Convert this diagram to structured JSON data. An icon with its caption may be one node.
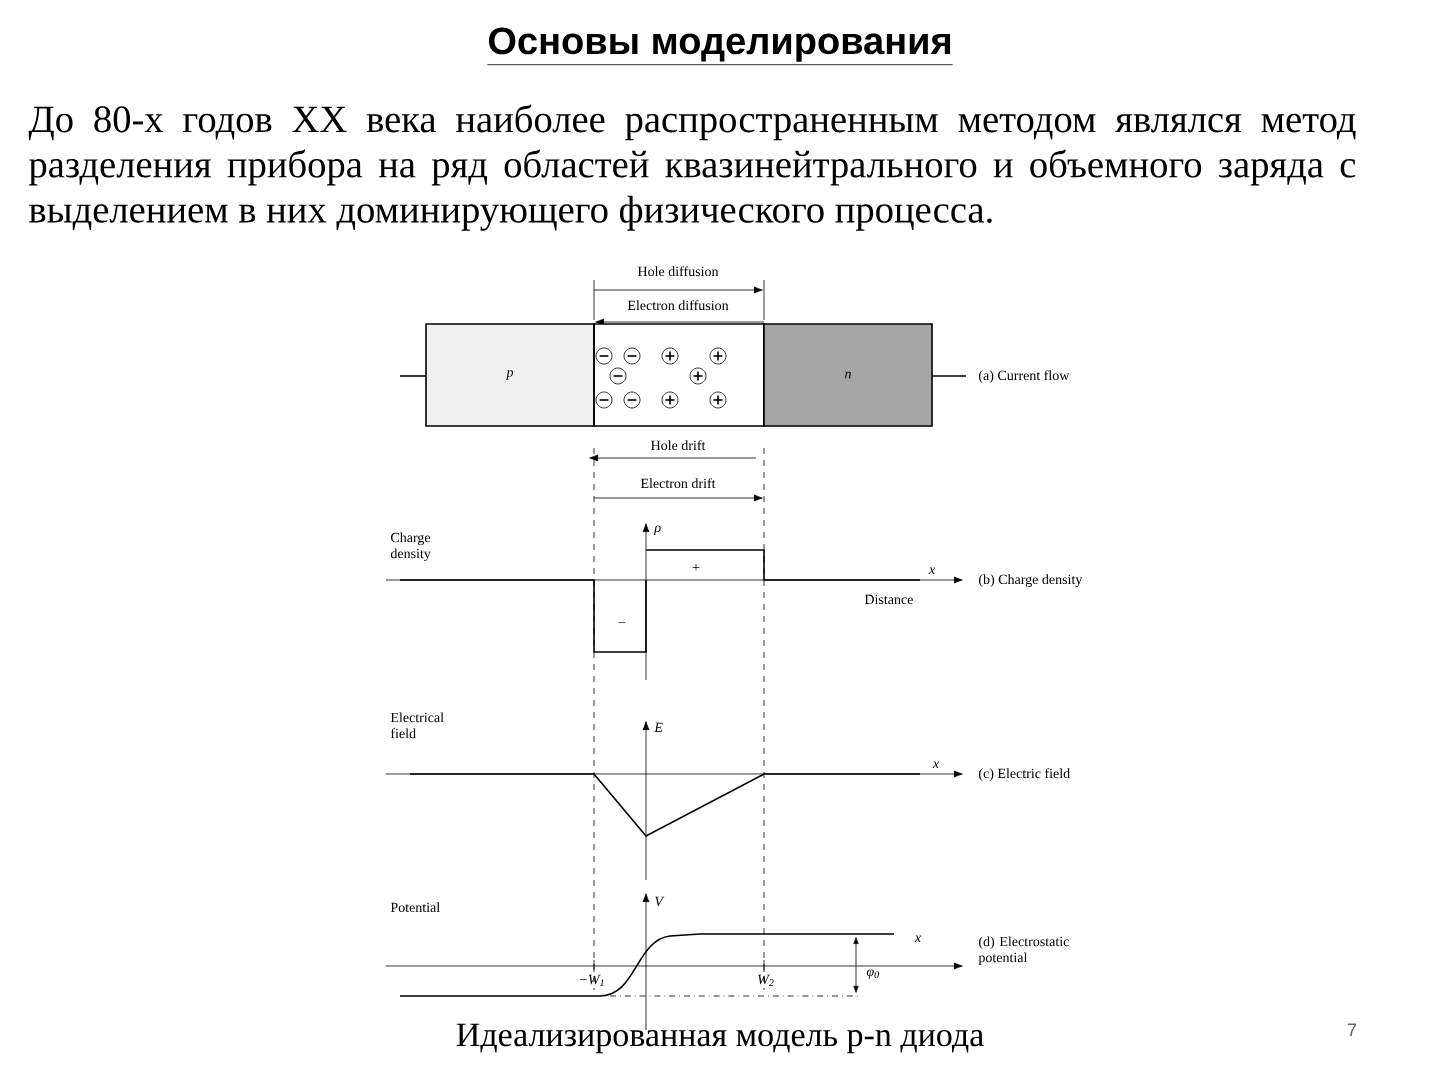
{
  "diagram": {
    "title": "Основы моделирования",
    "caption": "Идеализированная модель p-n диода",
    "nodes": [
      {
        "text": [
          "p"
        ]
      },
      {
        "text": [],
        "shape": "box"
      },
      {
        "text": [
          "n"
        ]
      }
    ],
    "labels": [
      "До 80-х годов XX века наиболее распространенным методом являлся метод разделения прибора на ряд областей квазинейтрального и объемного заряда с выделением в них доминирующего физического процесса.",
      "Hole diffusion",
      "Electron diffusion",
      "(a) Current flow",
      "Hole drift",
      "Electron drift",
      "Charge density",
      "ρ",
      "+",
      "x",
      "(b) Charge density",
      "Distance",
      "–",
      "Electrical field",
      "E",
      "x",
      "(c) Electric field",
      "Potential",
      "V",
      "x",
      "(d) Electrostatic potential",
      "−W$_{1}$",
      "W$_{2}$",
      "φ$_{0}$",
      "7"
    ]
  }
}
